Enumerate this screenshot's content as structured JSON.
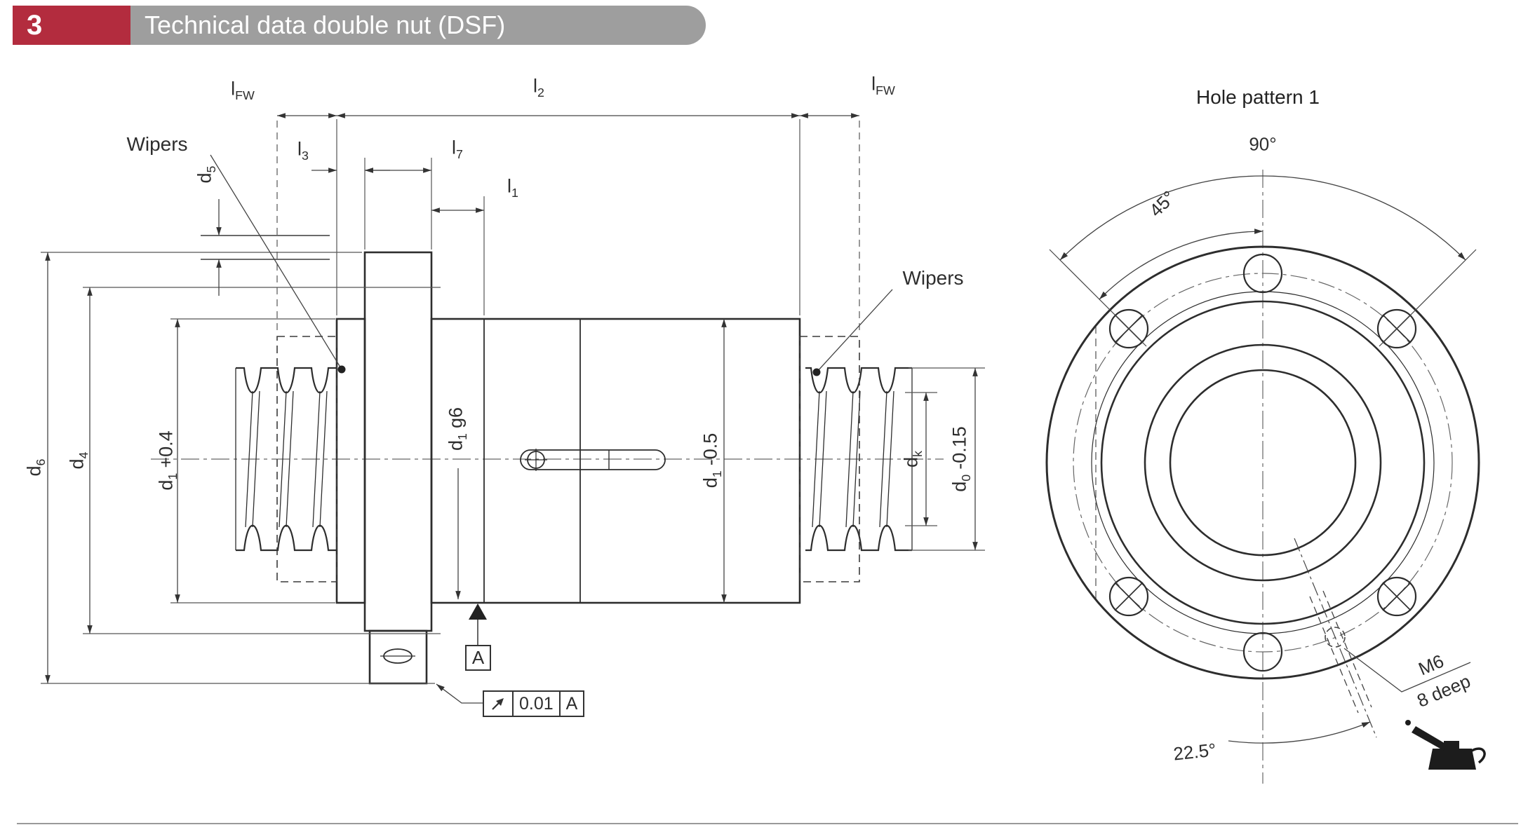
{
  "header": {
    "section_number": "3",
    "title": "Technical data double nut (DSF)"
  },
  "section_view": {
    "wipers_left": "Wipers",
    "wipers_right": "Wipers",
    "dims": {
      "lfw_left": {
        "base": "l",
        "sub": "FW",
        "suffix": ""
      },
      "l2": {
        "base": "l",
        "sub": "2",
        "suffix": ""
      },
      "lfw_right": {
        "base": "l",
        "sub": "FW",
        "suffix": ""
      },
      "l3": {
        "base": "l",
        "sub": "3",
        "suffix": ""
      },
      "l7": {
        "base": "l",
        "sub": "7",
        "suffix": ""
      },
      "l1": {
        "base": "l",
        "sub": "1",
        "suffix": ""
      },
      "d5": {
        "base": "d",
        "sub": "5",
        "suffix": ""
      },
      "d6": {
        "base": "d",
        "sub": "6",
        "suffix": ""
      },
      "d4": {
        "base": "d",
        "sub": "4",
        "suffix": ""
      },
      "d1_plus": {
        "base": "d",
        "sub": "1",
        "suffix": "+0.4"
      },
      "d1_g6": {
        "base": "d",
        "sub": "1",
        "suffix": "g6"
      },
      "d1_minus": {
        "base": "d",
        "sub": "1",
        "suffix": "-0.5"
      },
      "dk": {
        "base": "d",
        "sub": "k",
        "suffix": ""
      },
      "d0": {
        "base": "d",
        "sub": "0",
        "suffix": "-0.15"
      }
    },
    "datum": {
      "label": "A"
    },
    "tolerance_frame": {
      "symbol_icon": "circular-runout",
      "value": "0.01",
      "datum": "A"
    }
  },
  "hole_pattern": {
    "title": "Hole pattern 1",
    "angle_full": "90°",
    "angle_half": "45°",
    "angle_lube": "22.5°",
    "thread": "M6",
    "depth": "8 deep",
    "oil_icon": "oil-can"
  },
  "colors": {
    "accent_red": "#b32c3e",
    "pill_gray": "#9e9e9e",
    "line": "#333333"
  }
}
